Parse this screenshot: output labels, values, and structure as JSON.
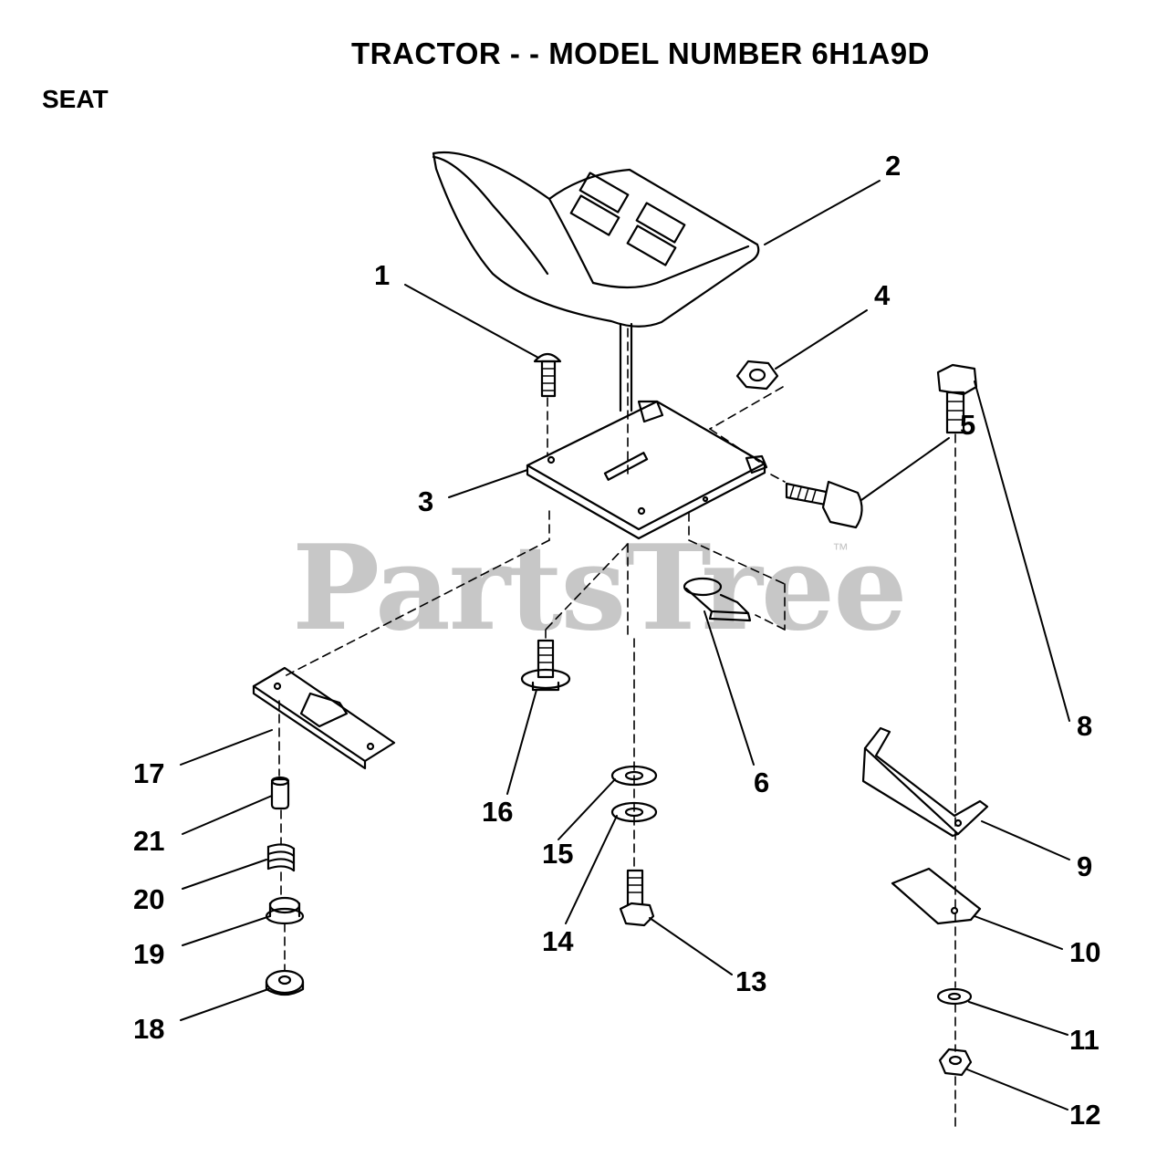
{
  "header": {
    "title": "TRACTOR - - MODEL NUMBER 6H1A9D",
    "section": "SEAT"
  },
  "watermark": {
    "text": "PartsTree",
    "mark": "™"
  },
  "callouts": [
    "1",
    "2",
    "3",
    "4",
    "5",
    "6",
    "8",
    "9",
    "10",
    "11",
    "12",
    "13",
    "14",
    "15",
    "16",
    "17",
    "18",
    "19",
    "20",
    "21"
  ]
}
